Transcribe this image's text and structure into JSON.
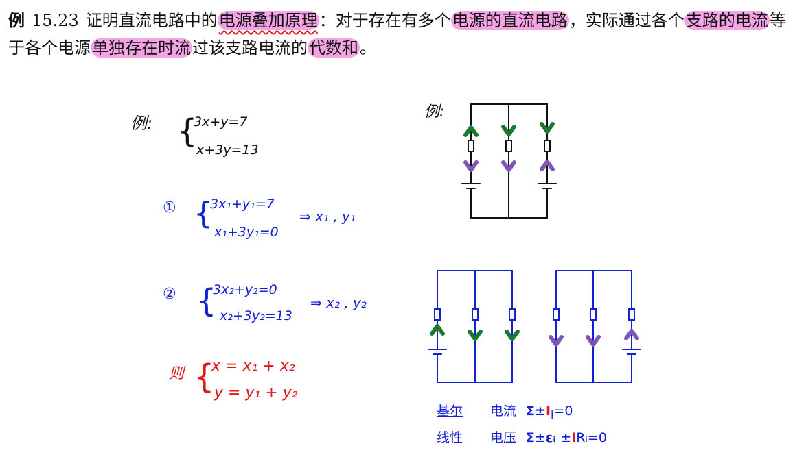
{
  "problem": {
    "label": "例",
    "number": "15.23",
    "segments": [
      {
        "text": "证明直流电路中的",
        "style": "plain"
      },
      {
        "text": "电源叠加原理",
        "style": "hl-ul"
      },
      {
        "text": "：对于存在有多个",
        "style": "plain"
      },
      {
        "text": "电源的直流电路",
        "style": "hl"
      },
      {
        "text": "，实际通过各个",
        "style": "plain"
      },
      {
        "text": "支路的电流",
        "style": "hl"
      },
      {
        "text": "等于各个电源",
        "style": "plain"
      },
      {
        "text": "单独存在时流",
        "style": "hl"
      },
      {
        "text": "过该支路电流的",
        "style": "plain"
      },
      {
        "text": "代数和",
        "style": "hl"
      },
      {
        "text": "。",
        "style": "plain"
      }
    ]
  },
  "notes": {
    "example_label": "例:",
    "system": {
      "eq1": "3x+y=7",
      "eq2": "x+3y=13"
    },
    "step1": {
      "marker": "①",
      "eq1": "3x₁+y₁=7",
      "eq2": "x₁+3y₁=0",
      "result": "⇒ x₁ , y₁"
    },
    "step2": {
      "marker": "②",
      "eq1": "3x₂+y₂=0",
      "eq2": "x₂+3y₂=13",
      "result": "⇒ x₂ , y₂"
    },
    "conclusion": {
      "marker": "则",
      "eq1": "x = x₁ + x₂",
      "eq2": "y = y₁ + y₂"
    }
  },
  "circuit_note": {
    "example_label": "例:",
    "line1": {
      "label": "基尔",
      "quantity": "电流",
      "sum": "Σ±",
      "var": "I",
      "sub": "i",
      "tail": "=0"
    },
    "line2": {
      "label": "线性",
      "quantity": "电压",
      "sum": "Σ±εᵢ ±",
      "var": "I",
      "tail": "Rᵢ=0"
    }
  },
  "colors": {
    "highlight": "#f4a3e4",
    "blue": "#1420d6",
    "red": "#e01818",
    "green": "#1a7a2e",
    "purple": "#7f55b5"
  }
}
